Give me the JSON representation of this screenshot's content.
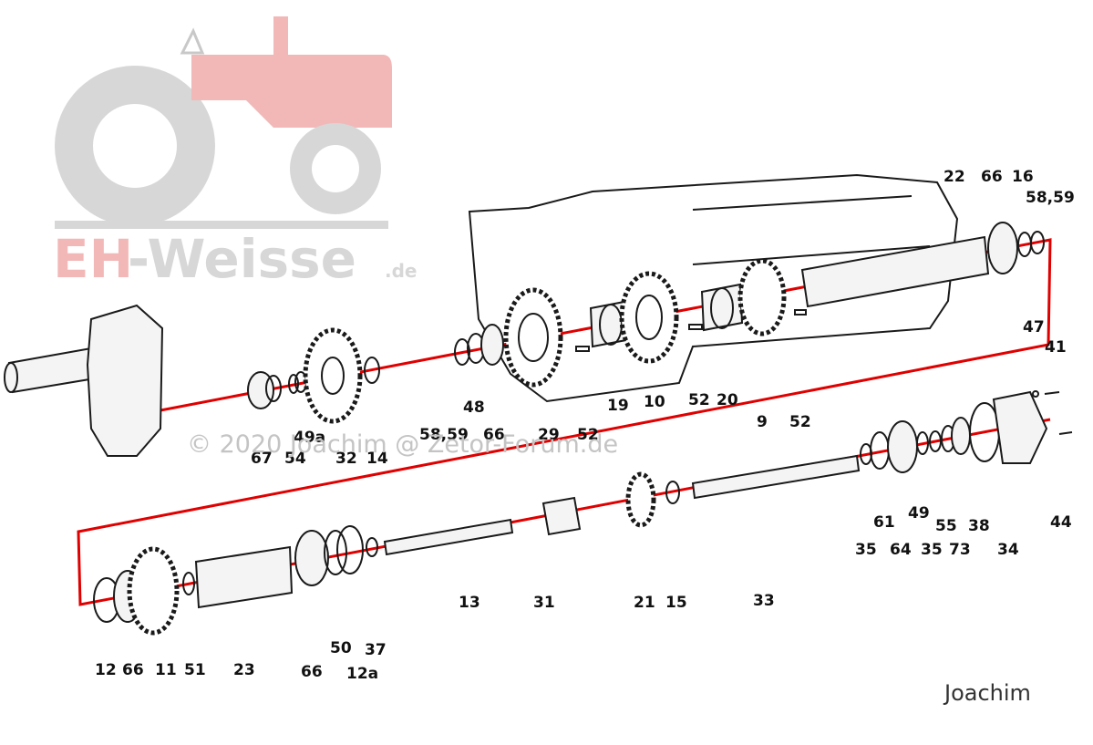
{
  "logo": {
    "text_red": "EH",
    "text_grey": "-Weisse",
    "suffix": ".de",
    "colors": {
      "red": "#f2b8b8",
      "grey": "#d7d7d7"
    }
  },
  "watermark": "© 2020 Joachim @ Zetor-Forum.de",
  "signature": "Joachim",
  "colors": {
    "axis": "#e00000",
    "ink": "#1a1a1a"
  },
  "labels": {
    "upper": [
      "67",
      "54",
      "49a",
      "32",
      "14",
      "58,59",
      "48",
      "66",
      "29",
      "52",
      "19",
      "10",
      "52",
      "20",
      "9",
      "52",
      "22",
      "66",
      "16",
      "58,59",
      "47",
      "41",
      "44"
    ],
    "lower": [
      "12",
      "66",
      "11",
      "51",
      "23",
      "66",
      "50",
      "37",
      "12a",
      "13",
      "31",
      "21",
      "15",
      "33",
      "35",
      "61",
      "64",
      "49",
      "35",
      "55",
      "73",
      "38",
      "34"
    ]
  }
}
